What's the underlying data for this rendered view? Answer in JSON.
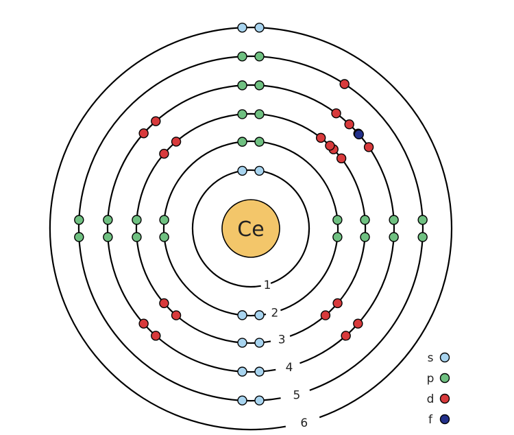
{
  "element_symbol": "Ce",
  "colors": {
    "nucleus": "#f3c66a",
    "s": "#a8d4ef",
    "p": "#6fc081",
    "d": "#d83a3c",
    "f": "#23308a"
  },
  "shells": [
    {
      "label": "1",
      "s": 2,
      "p": 0,
      "d": 0,
      "f": 0
    },
    {
      "label": "2",
      "s": 2,
      "p": 6,
      "d": 0,
      "f": 0
    },
    {
      "label": "3",
      "s": 2,
      "p": 6,
      "d": 10,
      "f": 0
    },
    {
      "label": "4",
      "s": 2,
      "p": 6,
      "d": 10,
      "f": 1
    },
    {
      "label": "5",
      "s": 2,
      "p": 6,
      "d": 1,
      "f": 0
    },
    {
      "label": "6",
      "s": 2,
      "p": 0,
      "d": 0,
      "f": 0
    }
  ],
  "legend": [
    {
      "label": "s",
      "type": "s"
    },
    {
      "label": "p",
      "type": "p"
    },
    {
      "label": "d",
      "type": "d"
    },
    {
      "label": "f",
      "type": "f"
    }
  ]
}
